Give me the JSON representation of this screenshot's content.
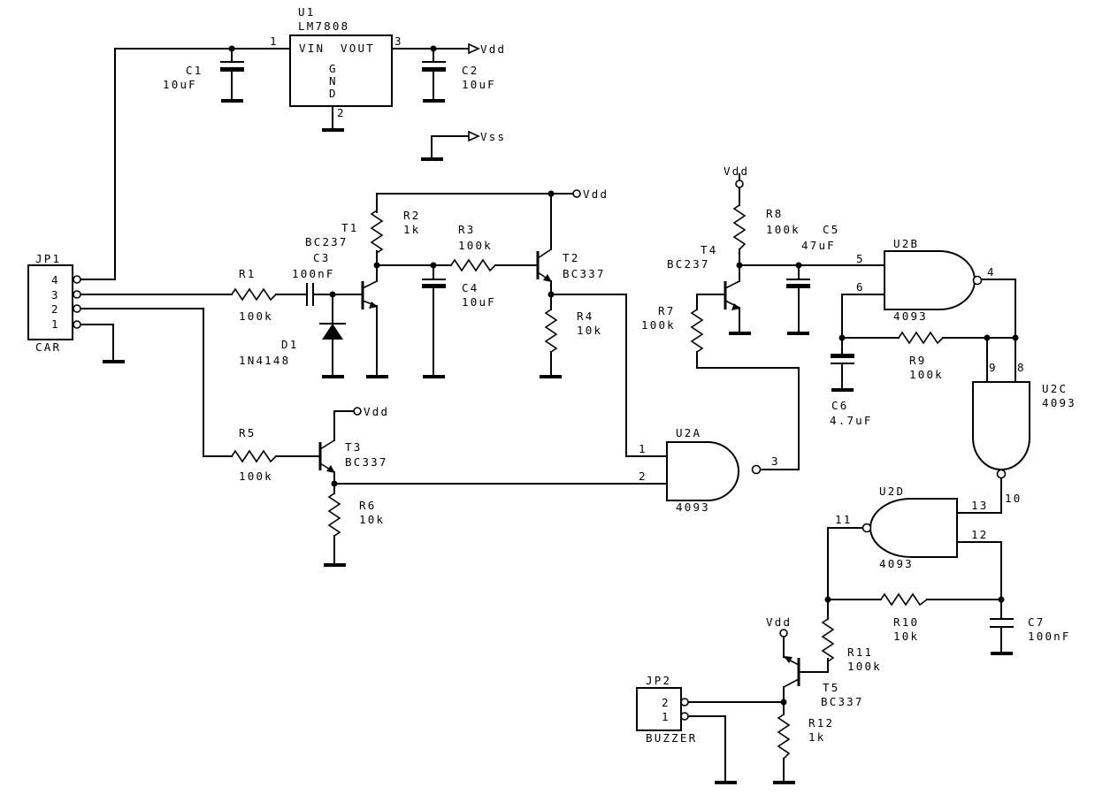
{
  "components": {
    "u1": {
      "ref": "U1",
      "value": "LM7808",
      "vin": "VIN",
      "vout": "VOUT",
      "gnd": [
        "G",
        "N",
        "D"
      ],
      "pin1": "1",
      "pin2": "2",
      "pin3": "3"
    },
    "c1": {
      "ref": "C1",
      "value": "10uF"
    },
    "c2": {
      "ref": "C2",
      "value": "10uF"
    },
    "c3": {
      "ref": "C3",
      "value": "100nF"
    },
    "c4": {
      "ref": "C4",
      "value": "10uF"
    },
    "c5": {
      "ref": "C5",
      "value": "47uF"
    },
    "c6": {
      "ref": "C6",
      "value": "4.7uF"
    },
    "c7": {
      "ref": "C7",
      "value": "100nF"
    },
    "r1": {
      "ref": "R1",
      "value": "100k"
    },
    "r2": {
      "ref": "R2",
      "value": "1k"
    },
    "r3": {
      "ref": "R3",
      "value": "100k"
    },
    "r4": {
      "ref": "R4",
      "value": "10k"
    },
    "r5": {
      "ref": "R5",
      "value": "100k"
    },
    "r6": {
      "ref": "R6",
      "value": "10k"
    },
    "r7": {
      "ref": "R7",
      "value": "100k"
    },
    "r8": {
      "ref": "R8",
      "value": "100k"
    },
    "r9": {
      "ref": "R9",
      "value": "100k"
    },
    "r10": {
      "ref": "R10",
      "value": "10k"
    },
    "r11": {
      "ref": "R11",
      "value": "100k"
    },
    "r12": {
      "ref": "R12",
      "value": "1k"
    },
    "d1": {
      "ref": "D1",
      "value": "1N4148"
    },
    "t1": {
      "ref": "T1",
      "value": "BC237"
    },
    "t2": {
      "ref": "T2",
      "value": "BC337"
    },
    "t3": {
      "ref": "T3",
      "value": "BC337"
    },
    "t4": {
      "ref": "T4",
      "value": "BC237"
    },
    "t5": {
      "ref": "T5",
      "value": "BC337"
    },
    "jp1": {
      "ref": "JP1",
      "name": "CAR",
      "pins": [
        "4",
        "3",
        "2",
        "1"
      ]
    },
    "jp2": {
      "ref": "JP2",
      "name": "BUZZER",
      "pins": [
        "2",
        "1"
      ]
    },
    "u2a": {
      "ref": "U2A",
      "value": "4093",
      "pin_in1": "1",
      "pin_in2": "2",
      "pin_out": "3"
    },
    "u2b": {
      "ref": "U2B",
      "value": "4093",
      "pin_in1": "5",
      "pin_in2": "6",
      "pin_out": "4"
    },
    "u2c": {
      "ref": "U2C",
      "value": "4093",
      "pin_in1": "9",
      "pin_in2": "8",
      "pin_out": "10"
    },
    "u2d": {
      "ref": "U2D",
      "value": "4093",
      "pin_in1": "11",
      "pin_in2": "13",
      "pin_in3": "12"
    }
  },
  "nets": {
    "vdd": "Vdd",
    "vss": "Vss"
  }
}
